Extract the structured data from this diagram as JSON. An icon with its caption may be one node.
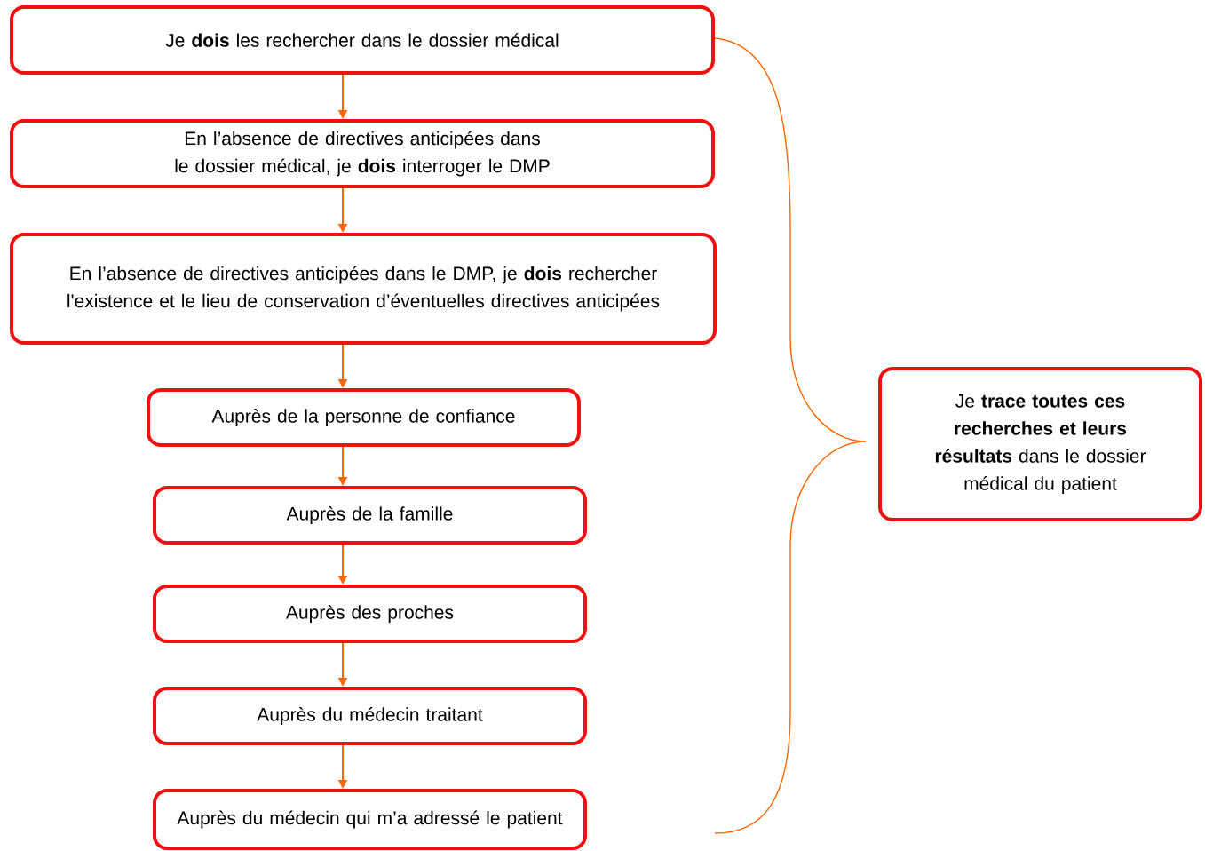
{
  "diagram": {
    "nodes": [
      {
        "text": [
          "Je **dois** les rechercher dans le dossier médical"
        ]
      },
      {
        "text": [
          "En l’absence de directives anticipées dans le dossier médical, je **dois** interroger le DMP"
        ]
      },
      {
        "text": [
          "En l’absence de directives anticipées dans le DMP, je **dois** rechercher l'existence et le lieu de conservation d’éventuelles directives anticipées"
        ]
      },
      {
        "text": [
          "Auprès de la personne de confiance"
        ]
      },
      {
        "text": [
          "Auprès de la famille"
        ]
      },
      {
        "text": [
          "Auprès des proches"
        ]
      },
      {
        "text": [
          "Auprès du médecin traitant"
        ]
      },
      {
        "text": [
          "Auprès du médecin qui m’a adressé le patient"
        ]
      },
      {
        "text": [
          "Je **trace toutes ces recherches et leurs résultats** dans le dossier médical du patient"
        ]
      }
    ],
    "edges": [
      {
        "from": 0,
        "to": 1,
        "arrow": "to"
      },
      {
        "from": 1,
        "to": 2,
        "arrow": "to"
      },
      {
        "from": 2,
        "to": 3,
        "arrow": "to"
      },
      {
        "from": 3,
        "to": 4,
        "arrow": "to"
      },
      {
        "from": 4,
        "to": 5,
        "arrow": "to"
      },
      {
        "from": 5,
        "to": 6,
        "arrow": "to"
      },
      {
        "from": 6,
        "to": 7,
        "arrow": "to"
      }
    ]
  }
}
